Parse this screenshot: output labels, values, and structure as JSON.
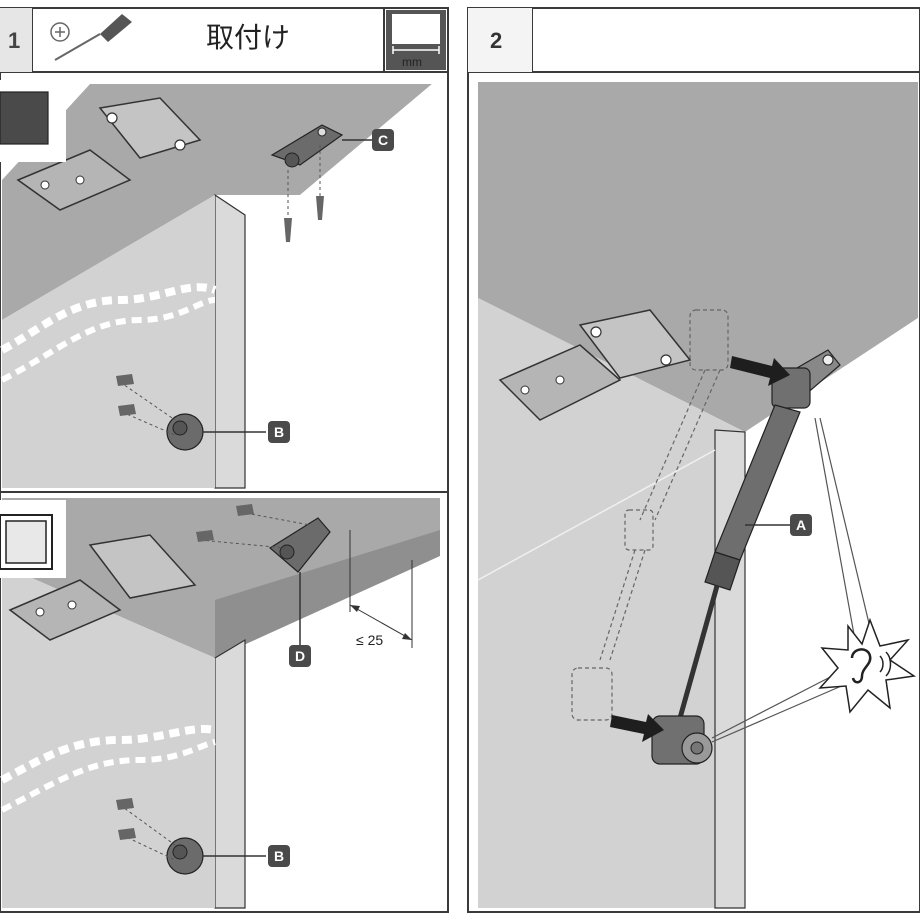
{
  "header": {
    "title": "取付け",
    "unit": "mm",
    "step_one": "1",
    "step_two": "2"
  },
  "callouts": {
    "a": "A",
    "b_upper": "B",
    "b_lower": "B",
    "c": "C",
    "d": "D"
  },
  "dimension": {
    "label": "≤ 25"
  },
  "icons": {
    "tools": "screwdriver-icon",
    "measure": "measure-mm-icon",
    "listen": "ear-click-icon"
  },
  "colors": {
    "panel_gray": "#c9c9c9",
    "board_top": "#a9a9a9",
    "frame_line": "#3a3a3a"
  }
}
